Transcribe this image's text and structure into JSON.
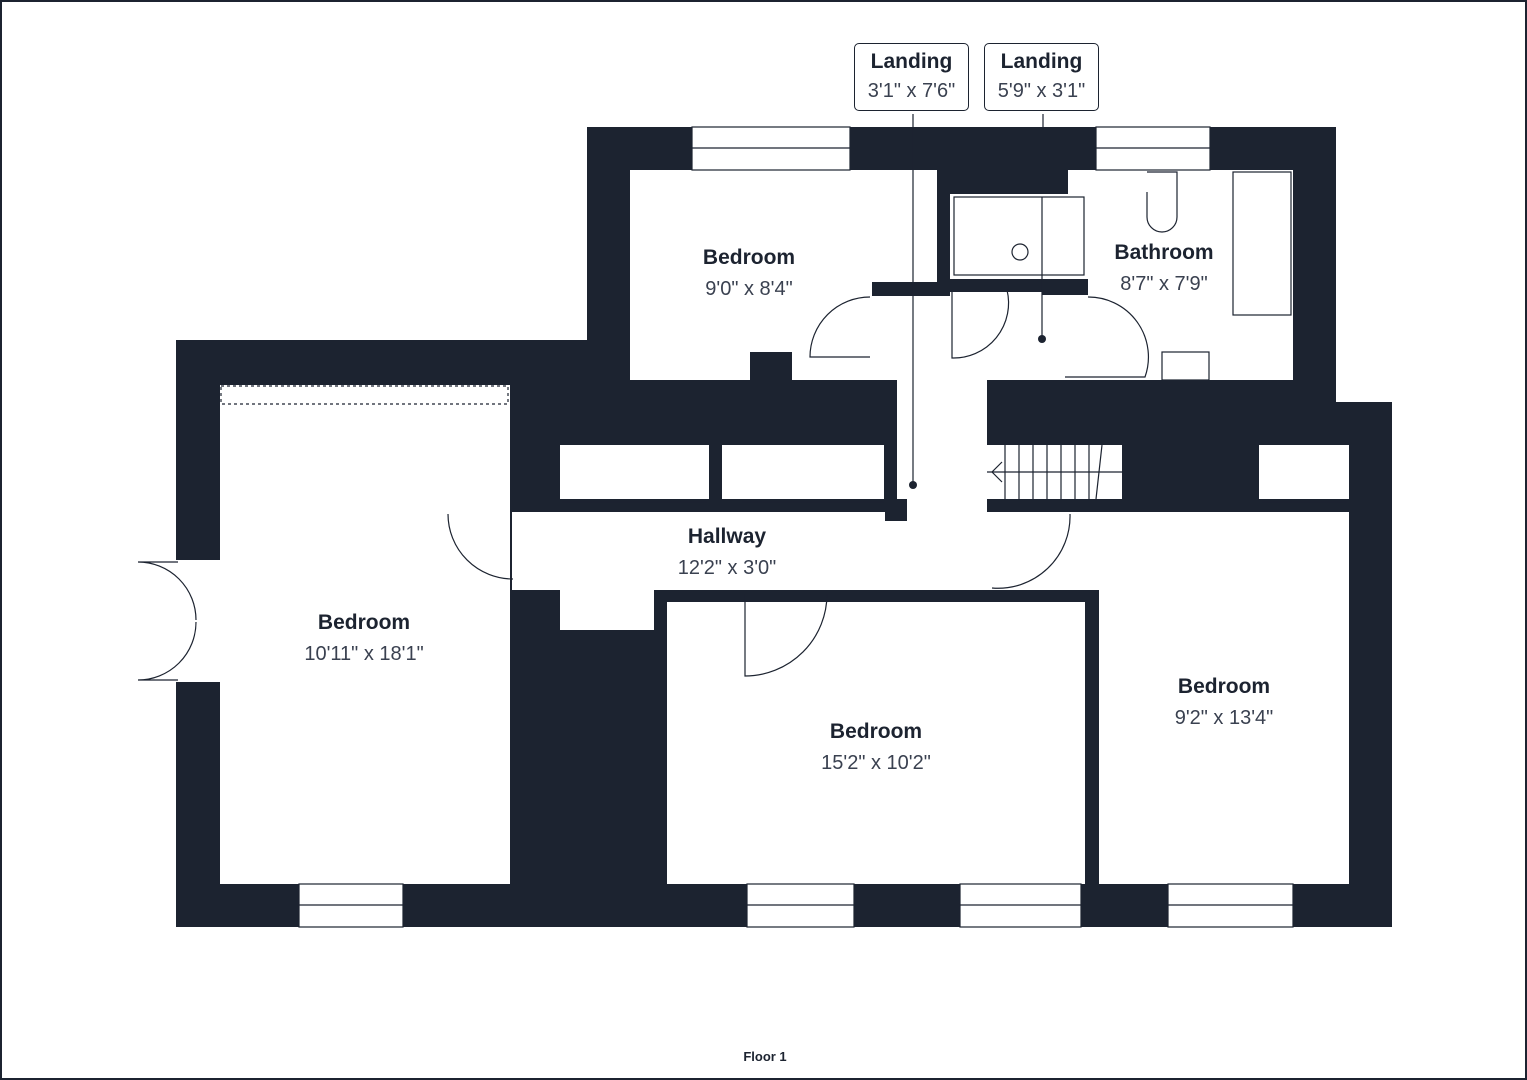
{
  "floor_label": "Floor 1",
  "colors": {
    "wall": "#1c2330",
    "background": "#ffffff"
  },
  "rooms": [
    {
      "name": "Landing",
      "size": "3'1\" x 7'6\""
    },
    {
      "name": "Landing",
      "size": "5'9\" x 3'1\""
    },
    {
      "name": "Bedroom",
      "size": "9'0\" x 8'4\""
    },
    {
      "name": "Bathroom",
      "size": "8'7\" x 7'9\""
    },
    {
      "name": "Hallway",
      "size": "12'2\" x 3'0\""
    },
    {
      "name": "Bedroom",
      "size": "10'11\" x 18'1\""
    },
    {
      "name": "Bedroom",
      "size": "15'2\" x 10'2\""
    },
    {
      "name": "Bedroom",
      "size": "9'2\" x 13'4\""
    }
  ]
}
